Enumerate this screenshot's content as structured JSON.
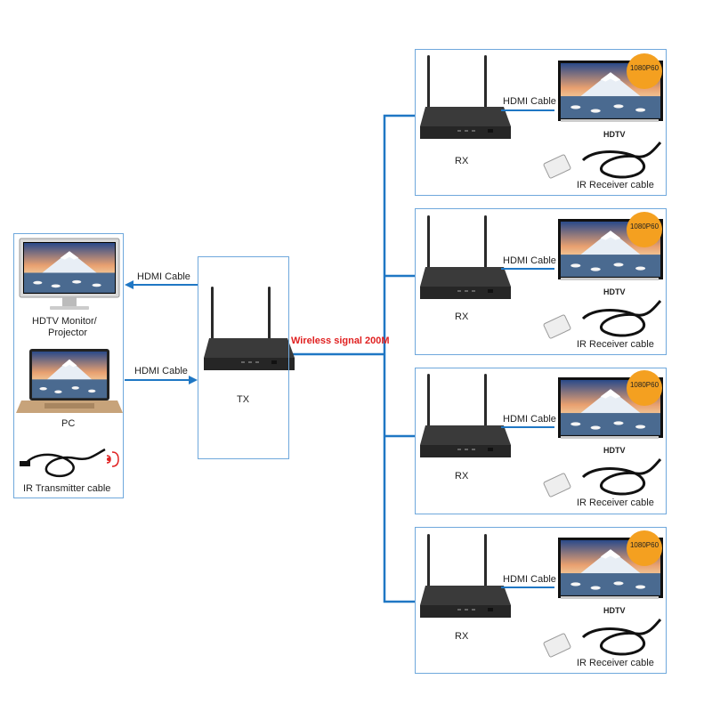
{
  "left_panel": {
    "monitor_label_line1": "HDTV Monitor/",
    "monitor_label_line2": "Projector",
    "pc_label": "PC",
    "ir_tx_label": "IR Transmitter cable"
  },
  "tx_panel": {
    "label": "TX",
    "hdmi_out_label": "HDMI Cable",
    "hdmi_in_label": "HDMI Cable"
  },
  "wireless_label": "Wireless signal 200M",
  "rx_units": [
    {
      "rx_label": "RX",
      "hdmi_label": "HDMI Cable",
      "tv_label": "HDTV",
      "badge": "1080P60",
      "ir_label": "IR Receiver cable"
    },
    {
      "rx_label": "RX",
      "hdmi_label": "HDMI Cable",
      "tv_label": "HDTV",
      "badge": "1080P60",
      "ir_label": "IR Receiver cable"
    },
    {
      "rx_label": "RX",
      "hdmi_label": "HDMI Cable",
      "tv_label": "HDTV",
      "badge": "1080P60",
      "ir_label": "IR Receiver cable"
    },
    {
      "rx_label": "RX",
      "hdmi_label": "HDMI Cable",
      "tv_label": "HDTV",
      "badge": "1080P60",
      "ir_label": "IR Receiver cable"
    }
  ],
  "colors": {
    "border": "#6fa8dc",
    "connector": "#1f77c4",
    "badge": "#f4a020",
    "wireless_text": "#e02020"
  }
}
